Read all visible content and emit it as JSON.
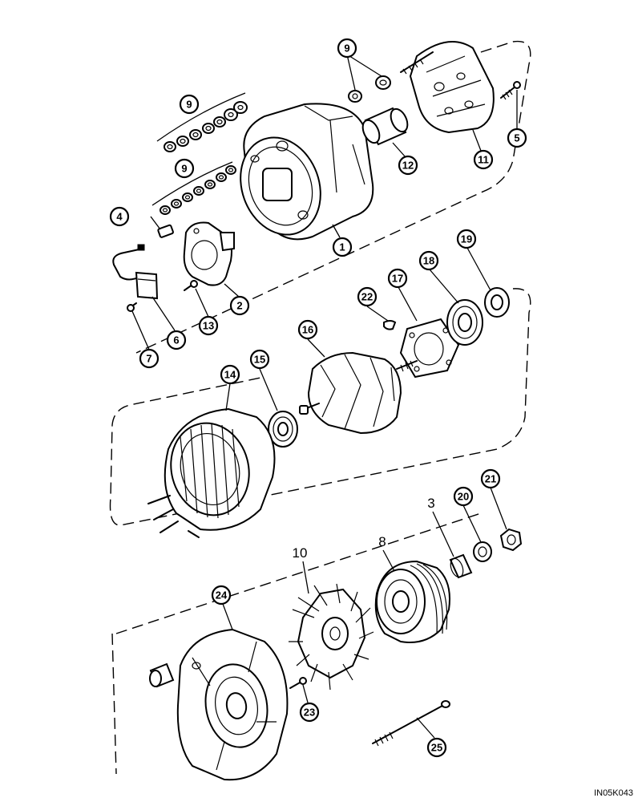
{
  "callouts": [
    {
      "id": "c9a",
      "label": "9"
    },
    {
      "id": "c9b",
      "label": "9"
    },
    {
      "id": "c9c",
      "label": "9"
    },
    {
      "id": "c5",
      "label": "5"
    },
    {
      "id": "c11",
      "label": "11"
    },
    {
      "id": "c12",
      "label": "12"
    },
    {
      "id": "c1",
      "label": "1"
    },
    {
      "id": "c4",
      "label": "4"
    },
    {
      "id": "c2",
      "label": "2"
    },
    {
      "id": "c13",
      "label": "13"
    },
    {
      "id": "c6",
      "label": "6"
    },
    {
      "id": "c7",
      "label": "7"
    },
    {
      "id": "c22",
      "label": "22"
    },
    {
      "id": "c17",
      "label": "17"
    },
    {
      "id": "c18",
      "label": "18"
    },
    {
      "id": "c19",
      "label": "19"
    },
    {
      "id": "c16",
      "label": "16"
    },
    {
      "id": "c15",
      "label": "15"
    },
    {
      "id": "c14",
      "label": "14"
    },
    {
      "id": "c20",
      "label": "20"
    },
    {
      "id": "c21",
      "label": "21"
    },
    {
      "id": "c24",
      "label": "24"
    },
    {
      "id": "c23",
      "label": "23"
    },
    {
      "id": "c25",
      "label": "25"
    }
  ],
  "plain_labels": [
    {
      "id": "l10",
      "label": "10"
    },
    {
      "id": "l8",
      "label": "8"
    },
    {
      "id": "l3",
      "label": "3"
    }
  ],
  "reference_code": "IN05K043"
}
